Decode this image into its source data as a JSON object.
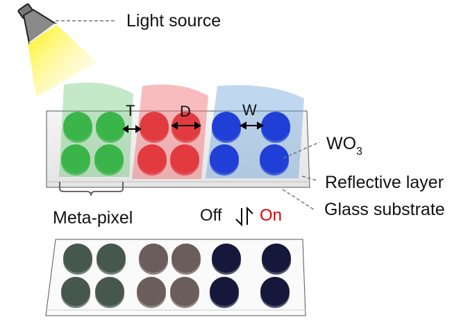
{
  "labels": {
    "light_source": "Light source",
    "wo3_main": "WO",
    "wo3_sub": "3",
    "reflective_layer": "Reflective layer",
    "glass_substrate": "Glass substrate",
    "meta_pixel": "Meta-pixel",
    "off": "Off",
    "on": "On",
    "dim_t": "T",
    "dim_d": "D",
    "dim_w": "W"
  },
  "colors": {
    "green_on": "#3bb54a",
    "red_on": "#e23b3f",
    "blue_on": "#1f3fd6",
    "green_off": "#46574d",
    "red_off": "#6a5d5b",
    "blue_off": "#15183a",
    "on_text": "#e00000",
    "light_beam": "#fff200"
  }
}
